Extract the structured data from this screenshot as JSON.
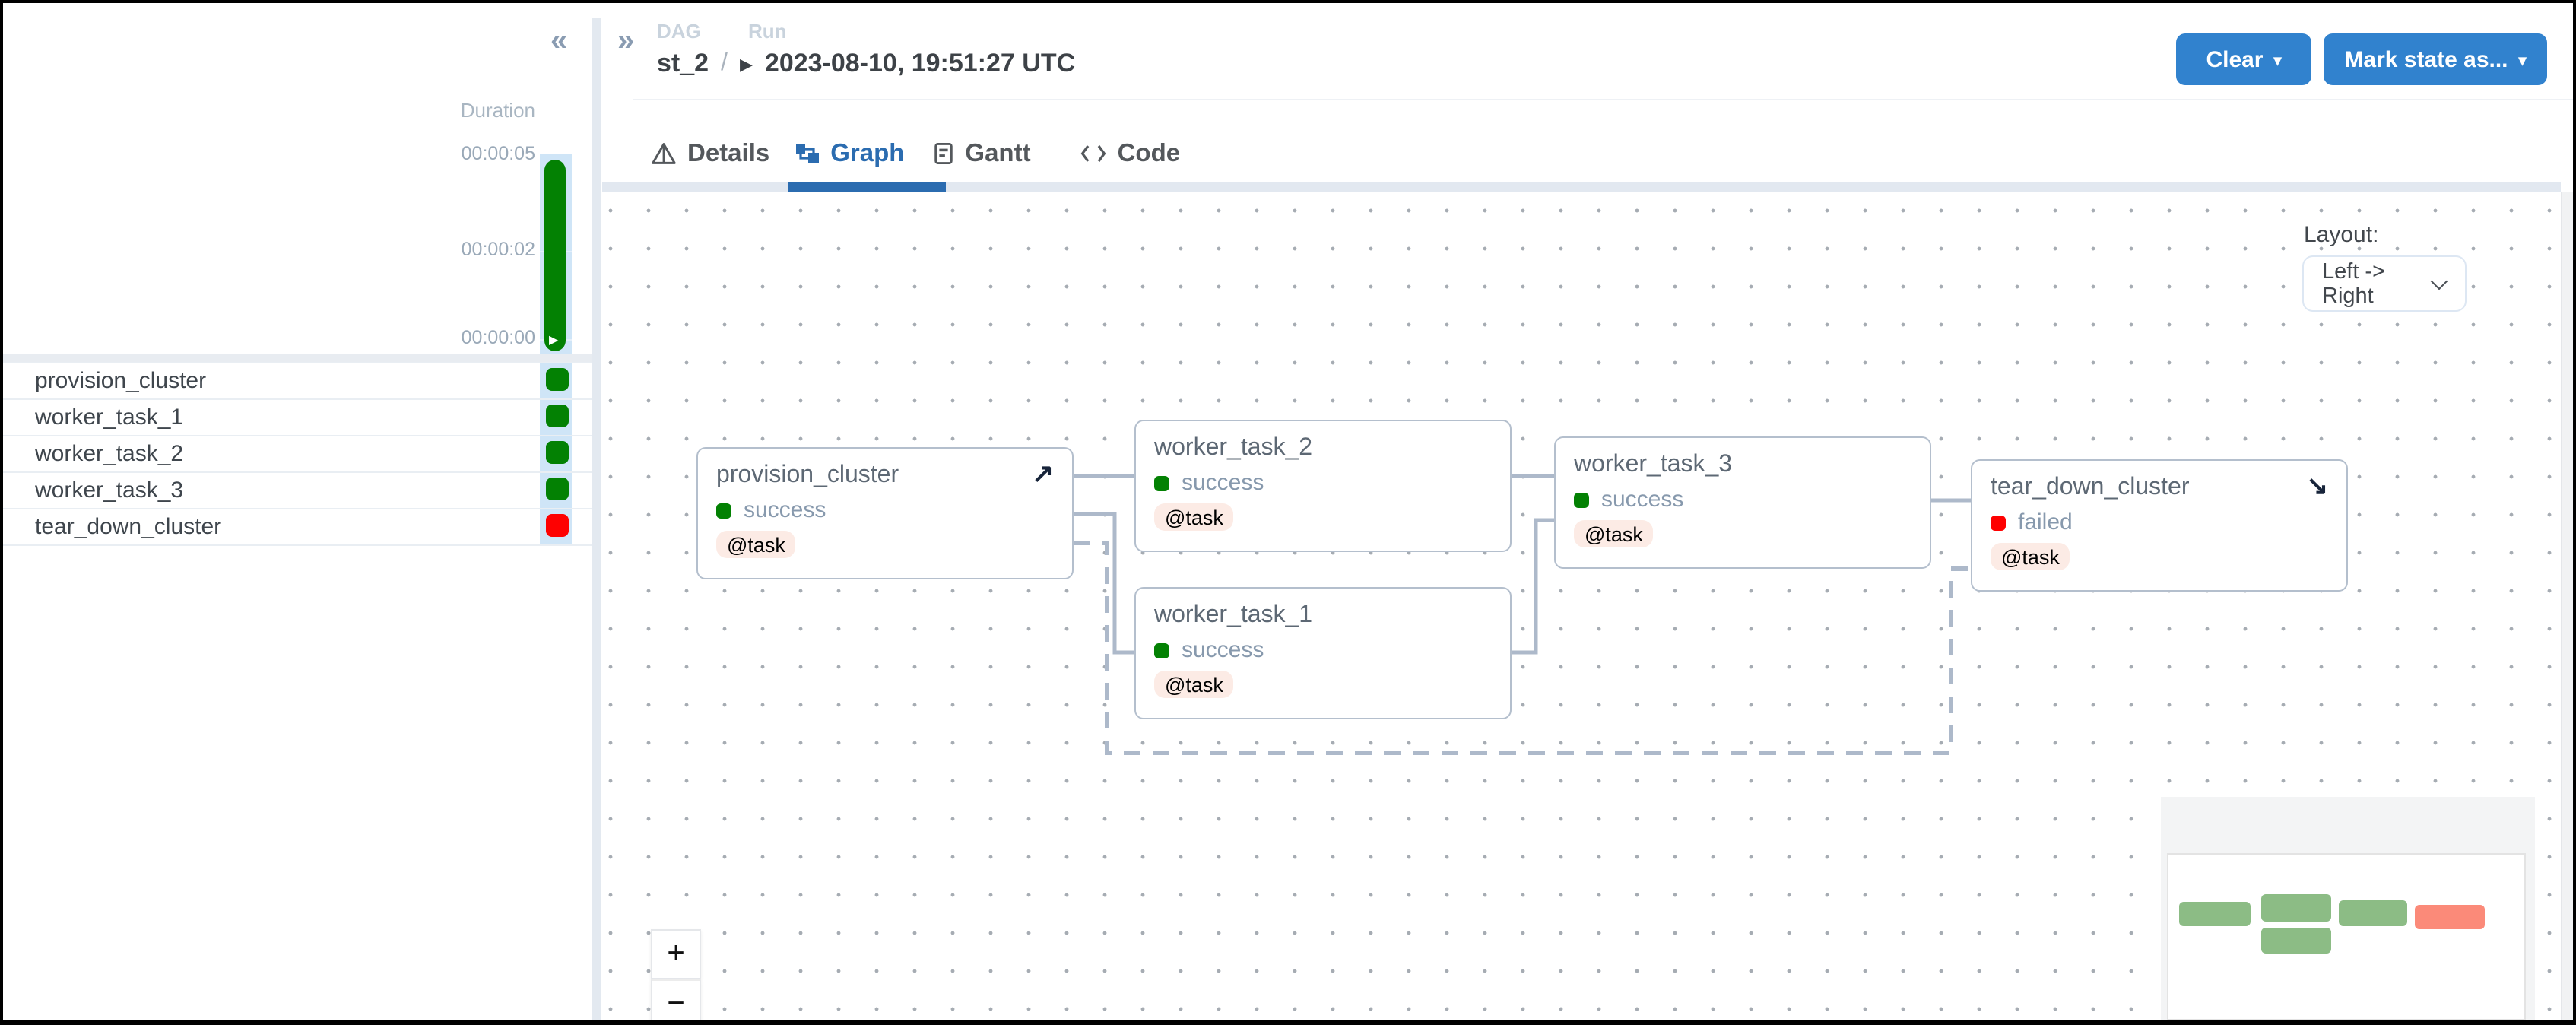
{
  "colors": {
    "accent_button": "#3182ce",
    "tab_active": "#2b6cb0",
    "success": "#038103",
    "failed": "#fe0101",
    "minimap_success": "#8cbc85",
    "minimap_failed": "#fb8a79",
    "edge": "#adb9ca",
    "task_badge_bg": "#fcebe5",
    "grid_column_highlight": "#cfe5f7"
  },
  "sidebar": {
    "collapse_icon": "«",
    "duration_label": "Duration",
    "axis": [
      "00:00:05",
      "00:00:02",
      "00:00:00"
    ],
    "run_marker_icon": "▶",
    "tasks": [
      {
        "name": "provision_cluster",
        "state": "success"
      },
      {
        "name": "worker_task_1",
        "state": "success"
      },
      {
        "name": "worker_task_2",
        "state": "success"
      },
      {
        "name": "worker_task_3",
        "state": "success"
      },
      {
        "name": "tear_down_cluster",
        "state": "failed"
      }
    ]
  },
  "header": {
    "expand_icon": "»",
    "dag_label": "DAG",
    "run_label": "Run",
    "dag_id": "st_2",
    "separator": "/",
    "run_indicator_icon": "▶",
    "run_timestamp": "2023-08-10, 19:51:27 UTC",
    "clear_button": "Clear",
    "mark_state_button": "Mark state as...",
    "caret": "▾"
  },
  "tabs": [
    {
      "label": "Details"
    },
    {
      "label": "Graph"
    },
    {
      "label": "Gantt"
    },
    {
      "label": "Code"
    }
  ],
  "graph": {
    "layout_label": "Layout:",
    "layout_value": "Left -> Right",
    "zoom_in": "+",
    "zoom_out": "−",
    "nodes": [
      {
        "id": "provision_cluster",
        "state": "success",
        "badge": "@task",
        "arrow": "↗"
      },
      {
        "id": "worker_task_2",
        "state": "success",
        "badge": "@task"
      },
      {
        "id": "worker_task_1",
        "state": "success",
        "badge": "@task"
      },
      {
        "id": "worker_task_3",
        "state": "success",
        "badge": "@task"
      },
      {
        "id": "tear_down_cluster",
        "state": "failed",
        "badge": "@task",
        "arrow": "↘"
      }
    ],
    "minimap_states": [
      "success",
      "success",
      "success",
      "failed",
      "success"
    ]
  }
}
